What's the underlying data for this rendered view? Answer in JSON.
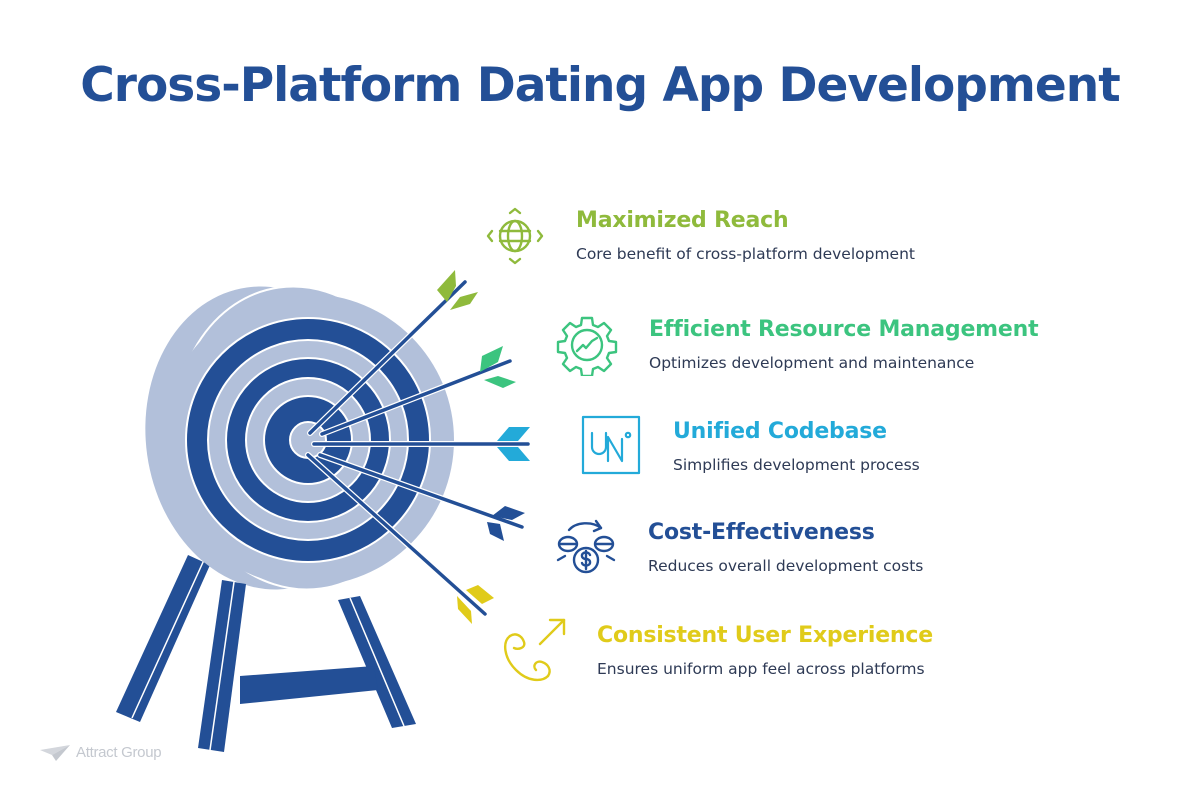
{
  "title": "Cross-Platform Dating App Development",
  "colors": {
    "title": "#234f96",
    "dark_blue": "#234f96",
    "light_blue": "#b2c0da",
    "green_lime": "#8fba3c",
    "green_mint": "#3cc47f",
    "cyan": "#23aad9",
    "yellow": "#e0cb1a",
    "desc_text": "#2e3a55",
    "watermark": "#c4c8cf"
  },
  "items": [
    {
      "heading": "Maximized Reach",
      "description": "Core benefit of cross-platform development",
      "icon": "globe-arrows-icon",
      "color": "#8fba3c"
    },
    {
      "heading": "Efficient Resource Management",
      "description": "Optimizes development and maintenance",
      "icon": "gear-chart-icon",
      "color": "#3cc47f"
    },
    {
      "heading": "Unified Codebase",
      "description": "Simplifies development process",
      "icon": "uni-box-icon",
      "icon_text": "Ui",
      "color": "#23aad9"
    },
    {
      "heading": "Cost-Effectiveness",
      "description": "Reduces overall development costs",
      "icon": "coins-cycle-icon",
      "color": "#234f96"
    },
    {
      "heading": "Consistent User Experience",
      "description": "Ensures uniform app feel across platforms",
      "icon": "phone-arrow-icon",
      "color": "#e0cb1a"
    }
  ],
  "watermark": "Attract Group"
}
